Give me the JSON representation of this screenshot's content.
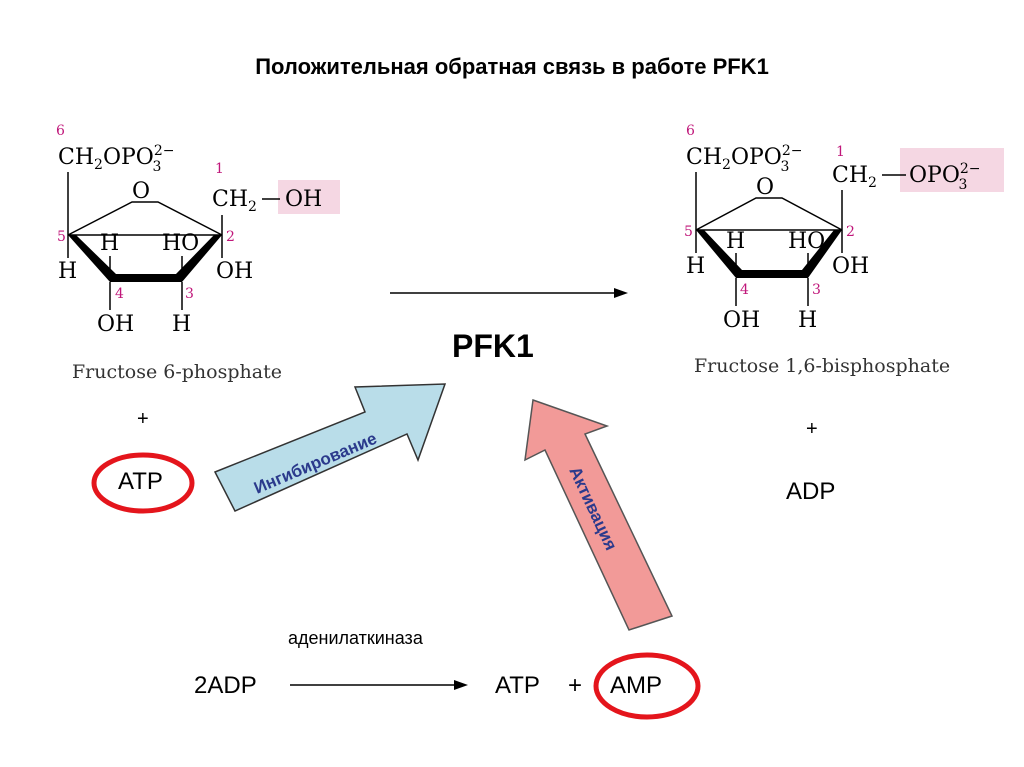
{
  "title": "Положительная обратная связь в работе PFK1",
  "enzyme": "PFK1",
  "colors": {
    "inhibition_arrow": "#b9dde9",
    "activation_arrow": "#f29a98",
    "circle": "#e4151c",
    "highlight": "#f5d7e3",
    "locant": "#c0177a",
    "arrow_text": "#2b3a8c"
  },
  "left_molecule": {
    "name": "Fructose 6-phosphate",
    "c6_group": "CH2OPO3 2−",
    "c1_group": "CH2",
    "oh_highlight": "OH",
    "ring_o": "O",
    "subst": {
      "h5": "H",
      "h_top_left": "H",
      "ho_top_right": "HO",
      "oh_c2": "OH",
      "oh_c4": "OH",
      "h_c3": "H"
    },
    "locants": [
      "6",
      "1",
      "5",
      "2",
      "4",
      "3"
    ]
  },
  "right_molecule": {
    "name": "Fructose 1,6-bisphosphate",
    "c6_group": "CH2OPO3 2−",
    "c1_group": "CH2",
    "phosphate_highlight": "OPO3 2−",
    "ring_o": "O",
    "subst": {
      "h5": "H",
      "h_top_left": "H",
      "ho_top_right": "HO",
      "oh_c2": "OH",
      "oh_c4": "OH",
      "h_c3": "H"
    },
    "locants": [
      "6",
      "1",
      "5",
      "2",
      "4",
      "3"
    ]
  },
  "left_plus": "+",
  "left_cofactor": "ATP",
  "right_plus": "+",
  "right_cofactor": "ADP",
  "inhibition_label": "Ингибирование",
  "activation_label": "Активация",
  "bottom_reaction": {
    "substrate": "2ADP",
    "enzyme": "аденилаткиназа",
    "product1": "ATP",
    "plus": "+",
    "product2": "AMP"
  }
}
